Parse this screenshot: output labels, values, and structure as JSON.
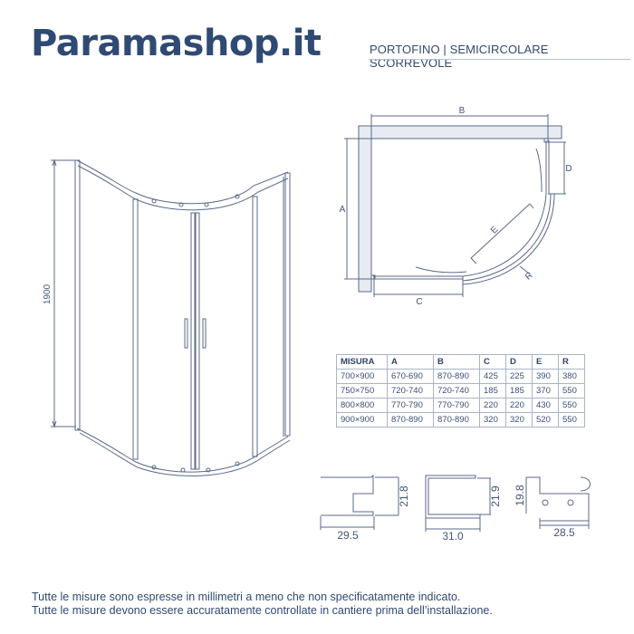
{
  "header": {
    "brand": "Paramashop.it",
    "subtitle": "PORTOFINO | SEMICIRCOLARE SCORREVOLE"
  },
  "elevation": {
    "height_label": "1900"
  },
  "plan": {
    "labels": {
      "A": "A",
      "B": "B",
      "C": "C",
      "D": "D",
      "E": "E",
      "R": "R"
    }
  },
  "spec_table": {
    "headers": [
      "MISURA",
      "A",
      "B",
      "C",
      "D",
      "E",
      "R"
    ],
    "rows": [
      [
        "700×900",
        "670-690",
        "870-890",
        "425",
        "225",
        "390",
        "380"
      ],
      [
        "750×750",
        "720-740",
        "720-740",
        "185",
        "185",
        "370",
        "550"
      ],
      [
        "800×800",
        "770-790",
        "770-790",
        "220",
        "220",
        "430",
        "550"
      ],
      [
        "900×900",
        "870-890",
        "870-890",
        "320",
        "320",
        "520",
        "550"
      ]
    ]
  },
  "profiles": [
    {
      "width": "29.5",
      "height": "21.8"
    },
    {
      "width": "31.0",
      "height": "21.9"
    },
    {
      "width": "28.5",
      "height": "19.8"
    }
  ],
  "notes": [
    "Tutte le misure sono espresse in millimetri a meno che non specificatamente indicato.",
    "Tutte le misure devono essere accuratamente controllate in cantiere prima dell’installazione."
  ],
  "colors": {
    "brand": "#2f4a73",
    "line": "#5a6a8a",
    "wall_fill": "#e8ebf2"
  }
}
